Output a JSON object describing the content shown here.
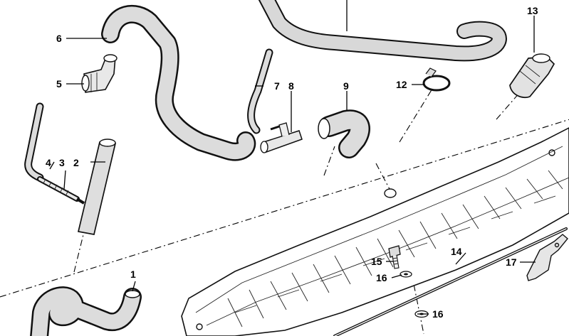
{
  "figure": {
    "kind": "exploded parts diagram",
    "callouts": [
      "1",
      "2",
      "3",
      "4",
      "5",
      "6",
      "7",
      "8",
      "9",
      "12",
      "13",
      "14",
      "15",
      "16",
      "16",
      "17"
    ]
  },
  "colors": {
    "ink": "#000000",
    "background": "#ffffff",
    "hose_fill": "#dcdcdc"
  },
  "callouts": {
    "c1": "1",
    "c2": "2",
    "c3": "3",
    "c4": "4",
    "c5": "5",
    "c6": "6",
    "c7": "7",
    "c8": "8",
    "c9": "9",
    "c12": "12",
    "c13": "13",
    "c14": "14",
    "c15": "15",
    "c16a": "16",
    "c16b": "16",
    "c17": "17"
  }
}
